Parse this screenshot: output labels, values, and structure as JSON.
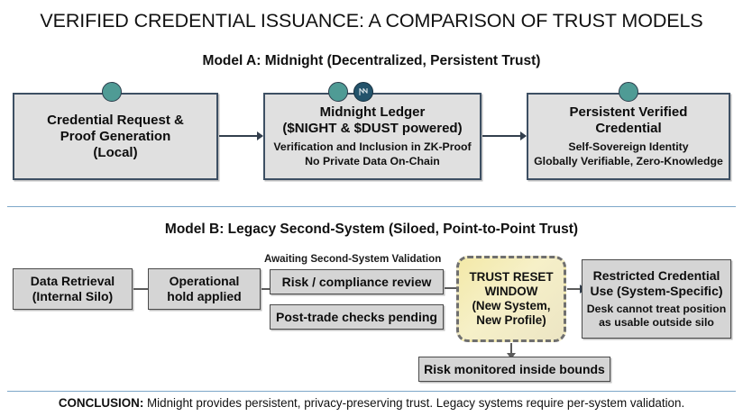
{
  "page": {
    "title": "VERIFIED CREDENTIAL ISSUANCE: A COMPARISON OF TRUST MODELS",
    "background_color": "#ffffff",
    "divider_color": "#7da7c9"
  },
  "model_a": {
    "heading": "Model A: Midnight (Decentralized, Persistent Trust)",
    "accent_color": "#4f9b95",
    "box_fill": "#e0e0e0",
    "box_border": "#3d4f63",
    "icons": {
      "node_dot": "teal-node-icon",
      "midnight_logo": "midnight-logo-icon",
      "midnight_logo_letter": "N"
    },
    "steps": [
      {
        "title_lines": [
          "Credential Request &",
          "Proof Generation",
          "(Local)"
        ],
        "sub_lines": []
      },
      {
        "title_lines": [
          "Midnight Ledger",
          "($NIGHT & $DUST powered)"
        ],
        "sub_lines": [
          "Verification and Inclusion in ZK-Proof",
          "No Private Data On-Chain"
        ]
      },
      {
        "title_lines": [
          "Persistent Verified",
          "Credential"
        ],
        "sub_lines": [
          "Self-Sovereign Identity",
          "Globally Verifiable, Zero-Knowledge"
        ]
      }
    ]
  },
  "model_b": {
    "heading": "Model B: Legacy Second-System (Siloed, Point-to-Point Trust)",
    "box_fill": "#d5d5d5",
    "box_border": "#4a4a4a",
    "caption_awaiting": "Awaiting Second-System Validation",
    "step_data_retrieval": [
      "Data Retrieval",
      "(Internal Silo)"
    ],
    "step_operational_hold": [
      "Operational",
      "hold applied"
    ],
    "pending_items": [
      "Risk / compliance review",
      "Post-trade checks pending"
    ],
    "trust_reset": {
      "lines": [
        "TRUST RESET",
        "WINDOW",
        "(New System,",
        "New Profile)"
      ],
      "fill_color": "#f3e9a8",
      "border_color": "#6f6f6f"
    },
    "restricted_use": {
      "title_lines": [
        "Restricted Credential",
        "Use (System-Specific)"
      ],
      "sub_lines": [
        "Desk cannot treat position",
        "as usable outside silo"
      ]
    },
    "risk_monitored": "Risk monitored inside bounds"
  },
  "conclusion": {
    "label": "CONCLUSION:",
    "text": " Midnight provides persistent, privacy-preserving trust. Legacy systems require per-system validation."
  }
}
